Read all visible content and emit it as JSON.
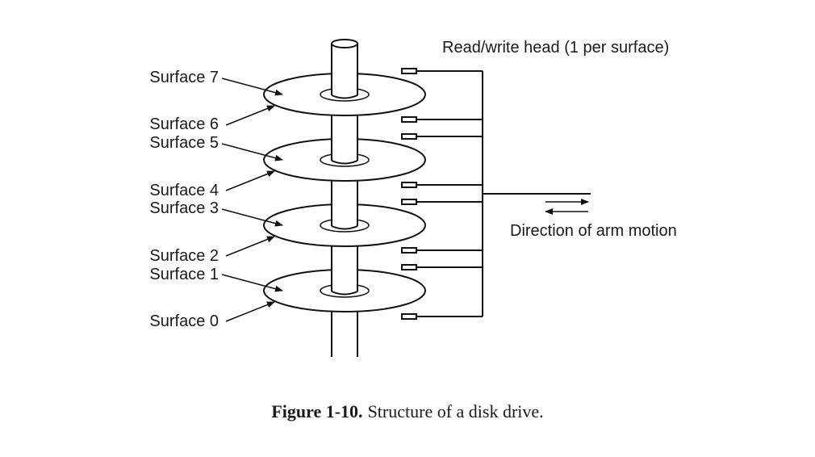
{
  "diagram": {
    "head_label": "Read/write head (1 per surface)",
    "motion_label": "Direction of arm motion",
    "surface_labels": [
      "Surface 7",
      "Surface 6",
      "Surface 5",
      "Surface 4",
      "Surface 3",
      "Surface 2",
      "Surface 1",
      "Surface 0"
    ]
  },
  "caption": {
    "figure_number": "Figure 1-10.",
    "text": "Structure of a disk drive."
  }
}
